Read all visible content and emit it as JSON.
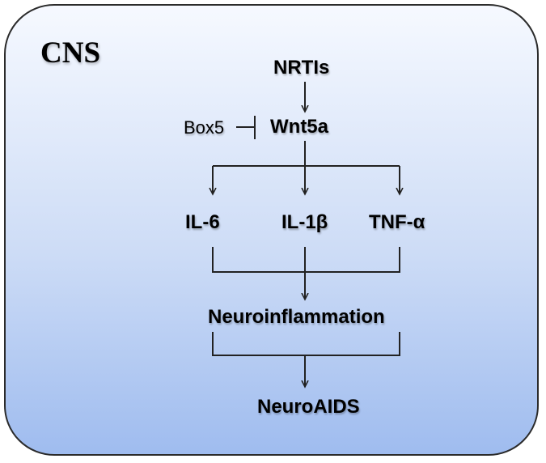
{
  "region": "CNS",
  "nodes": {
    "nrtis": "NRTIs",
    "box5": "Box5",
    "wnt5a": "Wnt5a",
    "il6": "IL-6",
    "il1b": "IL-1β",
    "tnfa": "TNF-α",
    "neuroinflammation": "Neuroinflammation",
    "neuroaids": "NeuroAIDS"
  },
  "edges": [
    {
      "from": "NRTIs",
      "to": "Wnt5a",
      "type": "activates"
    },
    {
      "from": "Box5",
      "to": "Wnt5a",
      "type": "inhibits"
    },
    {
      "from": "Wnt5a",
      "to": "IL-6",
      "type": "activates"
    },
    {
      "from": "Wnt5a",
      "to": "IL-1β",
      "type": "activates"
    },
    {
      "from": "Wnt5a",
      "to": "TNF-α",
      "type": "activates"
    },
    {
      "from": "IL-6",
      "to": "Neuroinflammation",
      "type": "activates"
    },
    {
      "from": "IL-1β",
      "to": "Neuroinflammation",
      "type": "activates"
    },
    {
      "from": "TNF-α",
      "to": "Neuroinflammation",
      "type": "activates"
    },
    {
      "from": "Neuroinflammation",
      "to": "NeuroAIDS",
      "type": "activates"
    }
  ]
}
